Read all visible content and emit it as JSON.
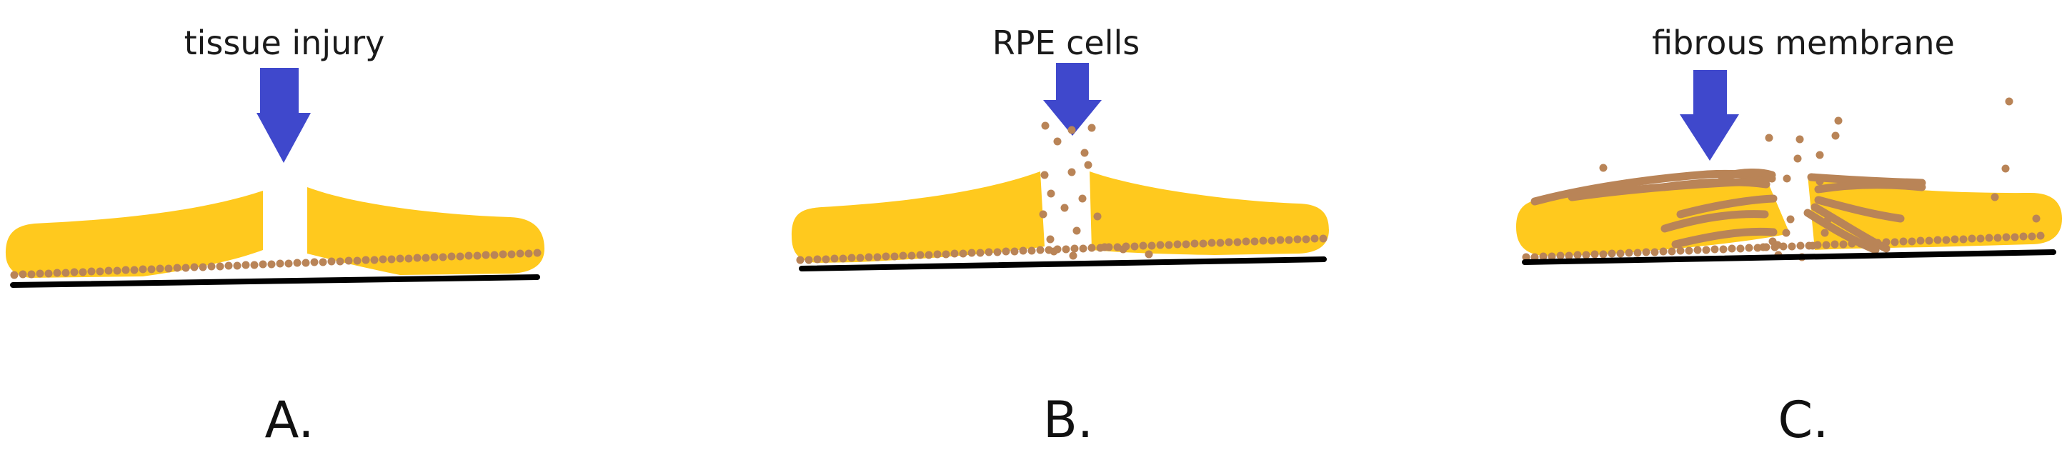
{
  "colors": {
    "tissue": "#FFC91E",
    "arrow": "#3F48CC",
    "cells": "#B98457",
    "membrane": "#B98457",
    "baseline": "#000000"
  },
  "panels": [
    {
      "label": "tissue injury",
      "letter": "A."
    },
    {
      "label": "RPE cells",
      "letter": "B."
    },
    {
      "label": "fibrous membrane",
      "letter": "C."
    }
  ]
}
